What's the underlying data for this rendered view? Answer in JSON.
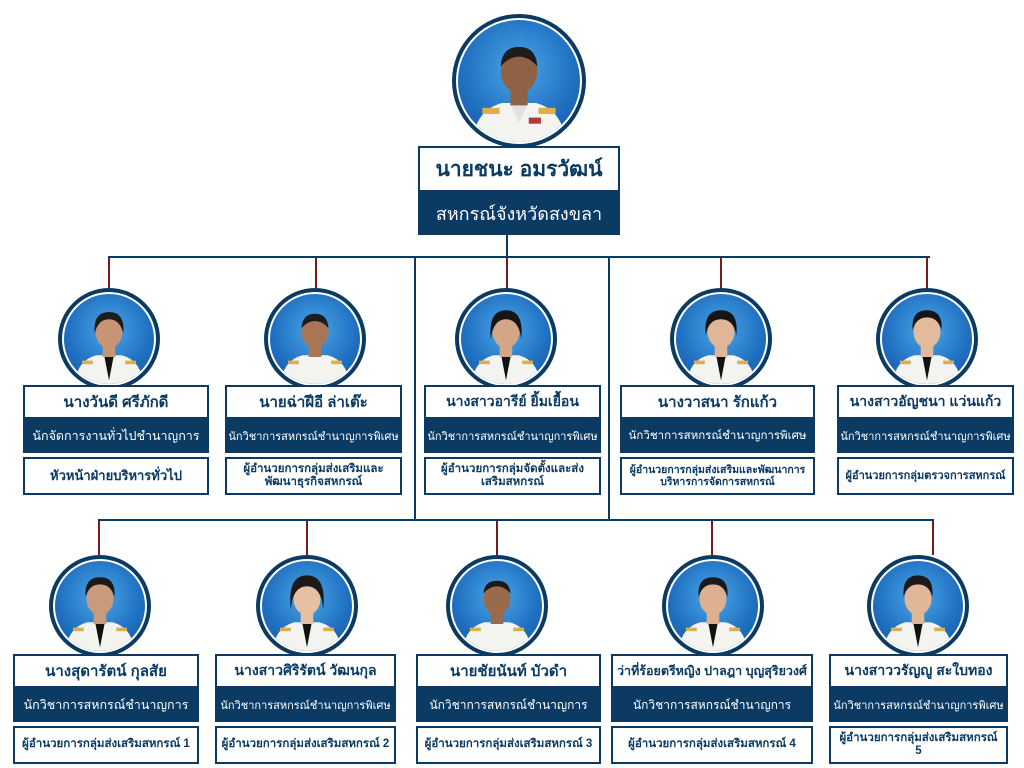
{
  "head": {
    "name": "นายชนะ อมรวัฒน์",
    "title": "สหกรณ์จังหวัดสงขลา"
  },
  "row1": [
    {
      "name": "นางวันดี ศรีภักดี",
      "title": "นักจัดการงานทั่วไปชำนาญการ",
      "duty": "หัวหน้าฝ่ายบริหารทั่วไป"
    },
    {
      "name": "นายฉ่าฝีอี ล่าเต๊ะ",
      "title": "นักวิชาการสหกรณ์ชำนาญการพิเศษ",
      "duty": "ผู้อำนวยการกลุ่มส่งเสริมและพัฒนาธุรกิจสหกรณ์"
    },
    {
      "name": "นางสาวอารีย์ ยิ้มเยื้อน",
      "title": "นักวิชาการสหกรณ์ชำนาญการพิเศษ",
      "duty": "ผู้อำนวยการกลุ่มจัดตั้งและส่งเสริมสหกรณ์"
    },
    {
      "name": "นางวาสนา รักแก้ว",
      "title": "นักวิชาการสหกรณ์ชำนาญการพิเศษ",
      "duty": "ผู้อำนวยการกลุ่มส่งเสริมและพัฒนาการบริหารการจัดการสหกรณ์"
    },
    {
      "name": "นางสาวอัญชนา แว่นแก้ว",
      "title": "นักวิชาการสหกรณ์ชำนาญการพิเศษ",
      "duty": "ผู้อำนวยการกลุ่มตรวจการสหกรณ์"
    }
  ],
  "row2": [
    {
      "name": "นางสุดารัตน์ กุลสัย",
      "title": "นักวิชาการสหกรณ์ชำนาญการ",
      "duty": "ผู้อำนวยการกลุ่มส่งเสริมสหกรณ์ 1"
    },
    {
      "name": "นางสาวศิริรัตน์ วัฒนกุล",
      "title": "นักวิชาการสหกรณ์ชำนาญการพิเศษ",
      "duty": "ผู้อำนวยการกลุ่มส่งเสริมสหกรณ์ 2"
    },
    {
      "name": "นายชัยนันท์ บัวดำ",
      "title": "นักวิชาการสหกรณ์ชำนาญการ",
      "duty": "ผู้อำนวยการกลุ่มส่งเสริมสหกรณ์ 3"
    },
    {
      "name": "ว่าที่ร้อยตรีหญิง ปาลฎา บุญสุริยวงศ์",
      "title": "นักวิชาการสหกรณ์ชำนาญการ",
      "duty": "ผู้อำนวยการกลุ่มส่งเสริมสหกรณ์ 4"
    },
    {
      "name": "นางสาววรัญญู สะใบทอง",
      "title": "นักวิชาการสหกรณ์ชำนาญการพิเศษ",
      "duty": "ผู้อำนวยการกลุ่มส่งเสริมสหกรณ์ 5"
    }
  ],
  "colors": {
    "navy": "#0b3a63",
    "connector": "#7a1a1a",
    "background": "#ffffff",
    "photo_bg": "#1f6fc0"
  }
}
